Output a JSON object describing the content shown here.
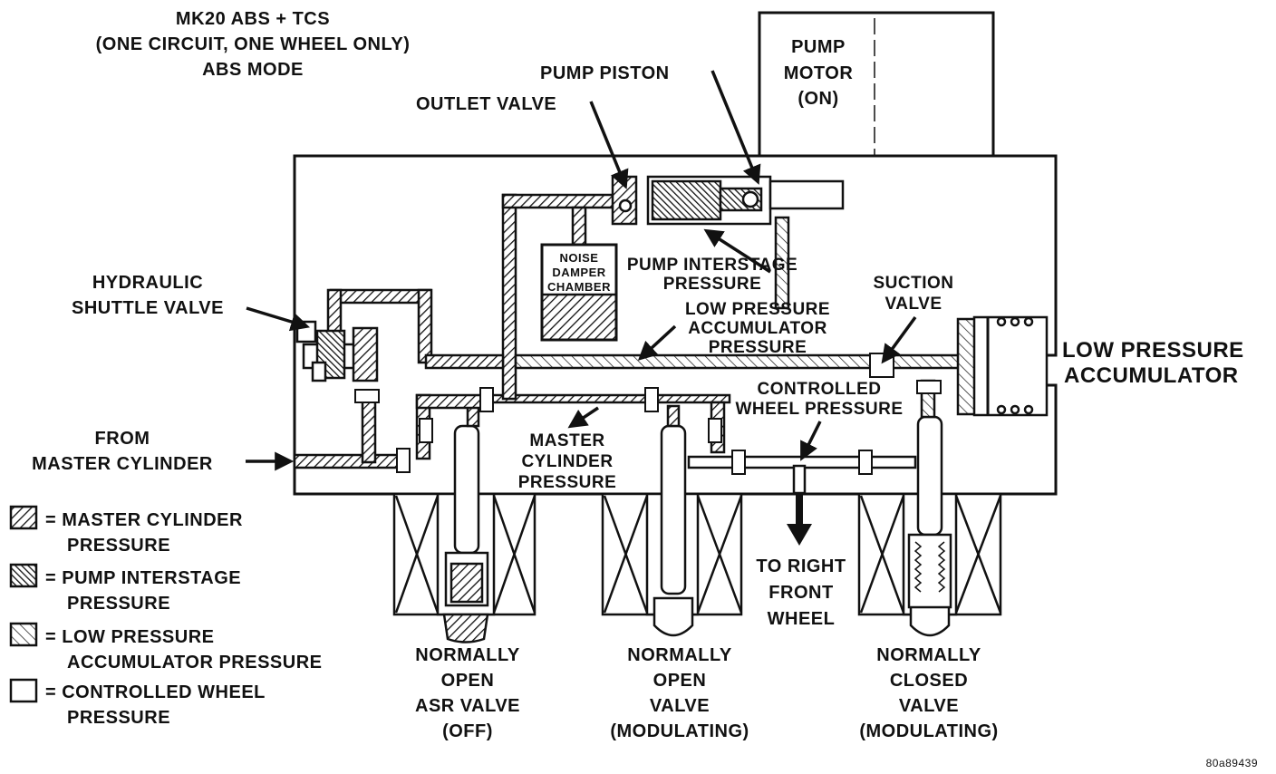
{
  "title": {
    "line1": "MK20 ABS + TCS",
    "line2": "(ONE CIRCUIT, ONE WHEEL ONLY)",
    "line3": "ABS MODE"
  },
  "labels": {
    "pump_piston": "PUMP PISTON",
    "outlet_valve": "OUTLET VALVE",
    "pump_motor": [
      "PUMP",
      "MOTOR",
      "(ON)"
    ],
    "hydraulic_shuttle_valve": [
      "HYDRAULIC",
      "SHUTTLE VALVE"
    ],
    "noise_damper_chamber": [
      "NOISE",
      "DAMPER",
      "CHAMBER"
    ],
    "pump_interstage_pressure": [
      "PUMP INTERSTAGE",
      "PRESSURE"
    ],
    "low_pressure_accumulator_pressure": [
      "LOW PRESSURE",
      "ACCUMULATOR",
      "PRESSURE"
    ],
    "suction_valve": [
      "SUCTION",
      "VALVE"
    ],
    "low_pressure_accumulator": [
      "LOW PRESSURE",
      "ACCUMULATOR"
    ],
    "controlled_wheel_pressure": [
      "CONTROLLED",
      "WHEEL PRESSURE"
    ],
    "from_master_cylinder": [
      "FROM",
      "MASTER CYLINDER"
    ],
    "master_cylinder_pressure": [
      "MASTER",
      "CYLINDER",
      "PRESSURE"
    ],
    "to_right_front_wheel": [
      "TO RIGHT",
      "FRONT",
      "WHEEL"
    ],
    "asr_valve": [
      "NORMALLY",
      "OPEN",
      "ASR VALVE",
      "(OFF)"
    ],
    "no_valve": [
      "NORMALLY",
      "OPEN",
      "VALVE",
      "(MODULATING)"
    ],
    "nc_valve": [
      "NORMALLY",
      "CLOSED",
      "VALVE",
      "(MODULATING)"
    ]
  },
  "legend": [
    {
      "pattern": "master",
      "text": [
        "= MASTER CYLINDER",
        "PRESSURE"
      ]
    },
    {
      "pattern": "interstage",
      "text": [
        "= PUMP INTERSTAGE",
        "PRESSURE"
      ]
    },
    {
      "pattern": "lowpress",
      "text": [
        "= LOW PRESSURE",
        "ACCUMULATOR PRESSURE"
      ]
    },
    {
      "pattern": "none",
      "text": [
        "= CONTROLLED WHEEL",
        "PRESSURE"
      ]
    }
  ],
  "figure_id": "80a89439"
}
